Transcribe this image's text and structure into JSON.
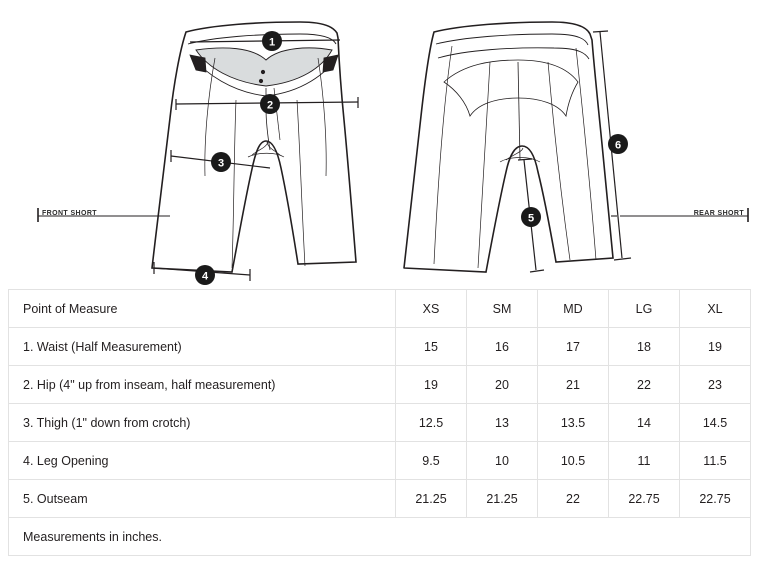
{
  "diagram": {
    "front_label": "FRONT SHORT",
    "rear_label": "REAR SHORT",
    "callouts": [
      {
        "id": "1",
        "view": "front",
        "measure": "Waist (Half Measurement)"
      },
      {
        "id": "2",
        "view": "front",
        "measure": "Hip (4\" up from inseam, half measurement)"
      },
      {
        "id": "3",
        "view": "front",
        "measure": "Thigh (1\" down from crotch)"
      },
      {
        "id": "4",
        "view": "front",
        "measure": "Leg Opening"
      },
      {
        "id": "5",
        "view": "rear",
        "measure": "Inseam"
      },
      {
        "id": "6",
        "view": "rear",
        "measure": "Outseam"
      }
    ]
  },
  "chart_data": {
    "type": "table",
    "title": "",
    "columns": [
      "Point of Measure",
      "XS",
      "SM",
      "MD",
      "LG",
      "XL"
    ],
    "categories": [
      "XS",
      "SM",
      "MD",
      "LG",
      "XL"
    ],
    "rows": [
      {
        "label": "1. Waist (Half Measurement)",
        "values": [
          "15",
          "16",
          "17",
          "18",
          "19"
        ]
      },
      {
        "label": "2. Hip (4\" up from inseam, half measurement)",
        "values": [
          "19",
          "20",
          "21",
          "22",
          "23"
        ]
      },
      {
        "label": "3. Thigh (1\" down from crotch)",
        "values": [
          "12.5",
          "13",
          "13.5",
          "14",
          "14.5"
        ]
      },
      {
        "label": "4. Leg Opening",
        "values": [
          "9.5",
          "10",
          "10.5",
          "11",
          "11.5"
        ]
      },
      {
        "label": "5. Outseam",
        "values": [
          "21.25",
          "21.25",
          "22",
          "22.75",
          "22.75"
        ]
      }
    ],
    "footnote": "Measurements in inches.",
    "units": "inches"
  },
  "colors": {
    "background": "#ffffff",
    "line": "#231f20",
    "badge": "#1a1a1a",
    "badge_text": "#ffffff",
    "panel_fill": "#d9dcdd",
    "tab_fill": "#231f20",
    "border": "#e2e2e2",
    "text": "#231f20"
  }
}
